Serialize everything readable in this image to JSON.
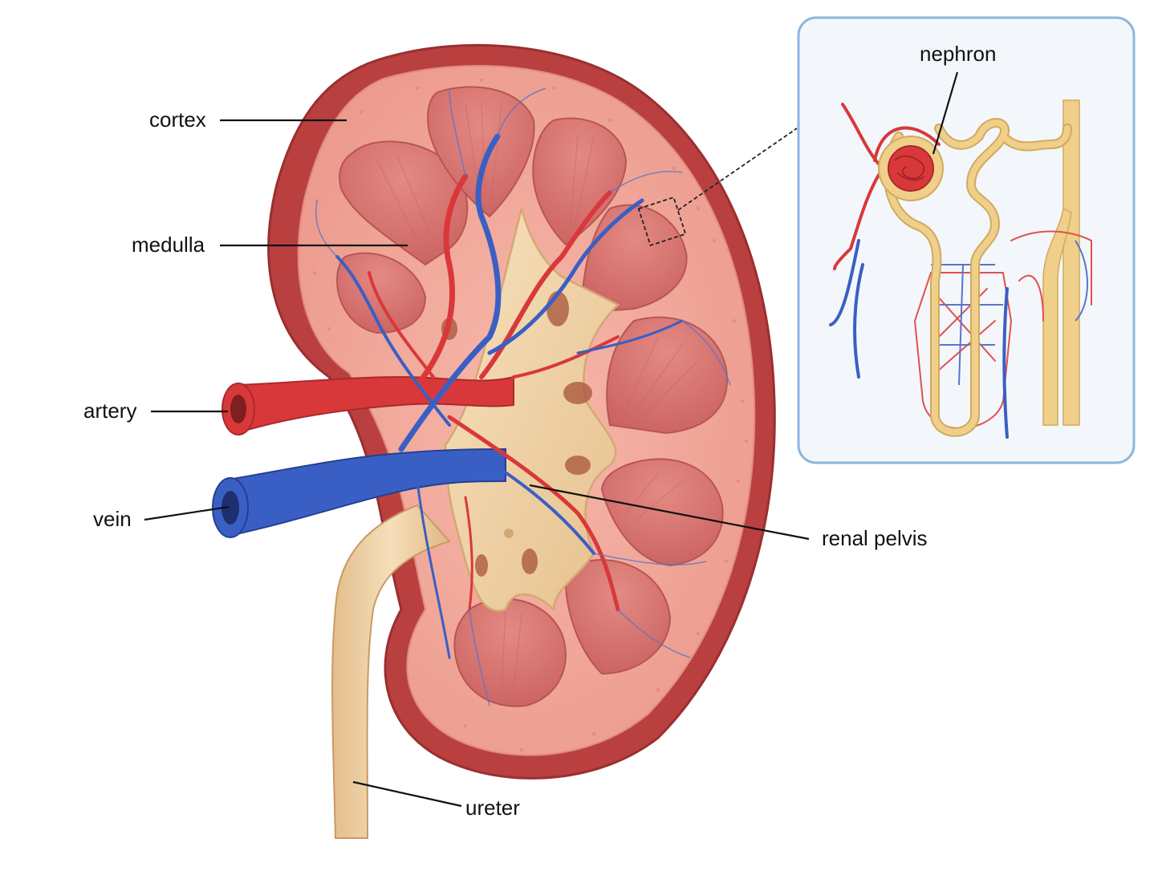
{
  "labels": {
    "cortex": "cortex",
    "medulla": "medulla",
    "artery": "artery",
    "vein": "vein",
    "renal_pelvis": "renal pelvis",
    "ureter": "ureter",
    "nephron": "nephron"
  },
  "colors": {
    "capsule": "#b9403f",
    "cortex": "#f1a79a",
    "pyramid": "#d9736f",
    "pelvis": "#f1d3a6",
    "artery": "#d9383a",
    "vein": "#3a5fc4",
    "inset_border": "#8cb6dc",
    "inset_bg": "#f3f7fb",
    "nephron_tubule": "#f0cf8a"
  }
}
